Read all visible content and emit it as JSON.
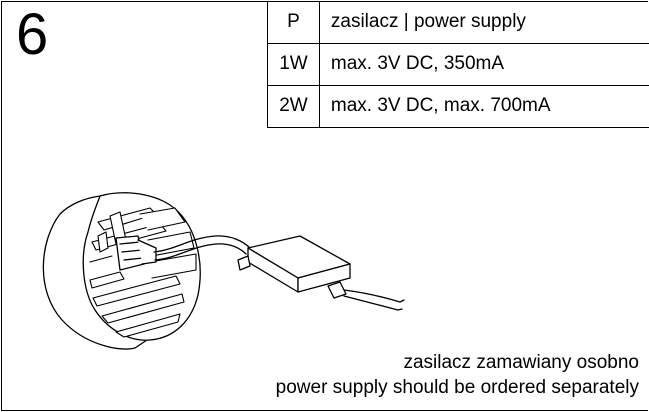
{
  "step": {
    "number": "6"
  },
  "spec_table": {
    "header": {
      "col1": "P",
      "col2": "zasilacz  |  power supply"
    },
    "rows": [
      {
        "col1": "1W",
        "col2": "max. 3V DC, 350mA"
      },
      {
        "col1": "2W",
        "col2": "max. 3V DC, max. 700mA"
      }
    ]
  },
  "notes": {
    "line1": "zasilacz zamawiany osobno",
    "line2": "power supply should be ordered separately"
  }
}
